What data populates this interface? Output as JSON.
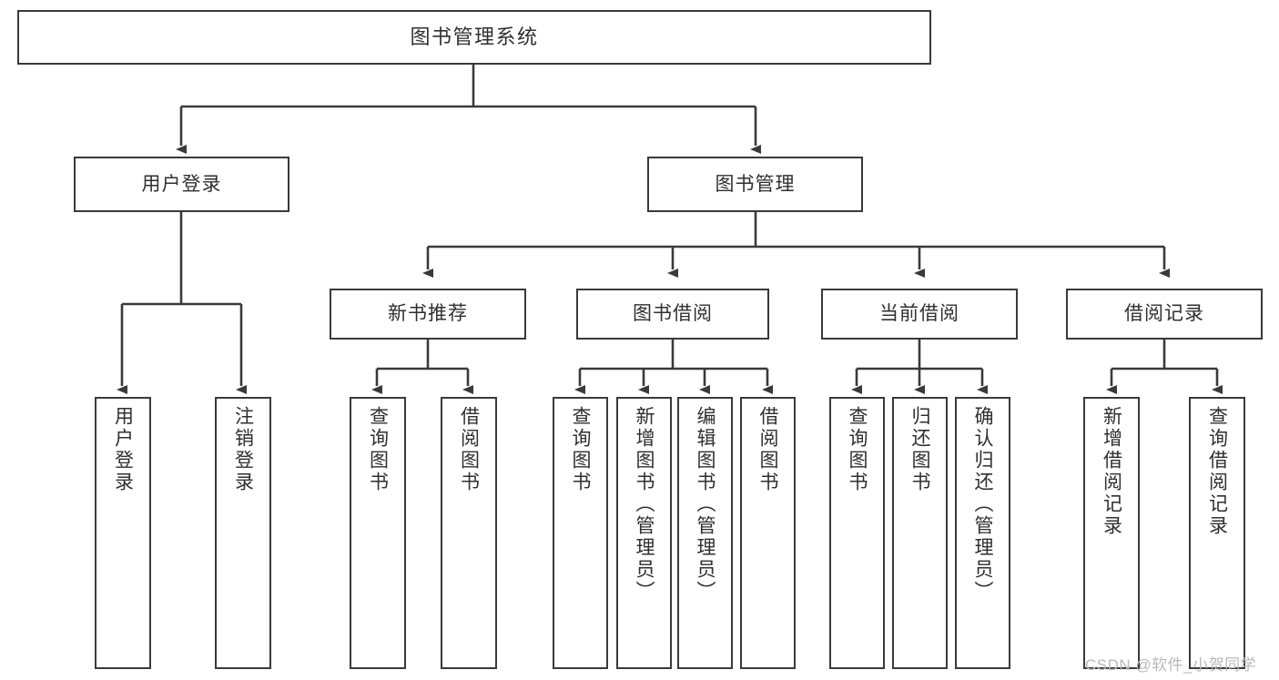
{
  "diagram": {
    "title": "图书管理系统",
    "type": "tree-hierarchy",
    "root": {
      "label": "图书管理系统"
    },
    "level1": [
      {
        "label": "用户登录"
      },
      {
        "label": "图书管理"
      }
    ],
    "level2": [
      {
        "label": "新书推荐"
      },
      {
        "label": "图书借阅"
      },
      {
        "label": "当前借阅"
      },
      {
        "label": "借阅记录"
      }
    ],
    "leaves": {
      "user_login": [
        {
          "label": "用户登录"
        },
        {
          "label": "注销登录"
        }
      ],
      "new_book_recommend": [
        {
          "label": "查询图书"
        },
        {
          "label": "借阅图书"
        }
      ],
      "book_borrow": [
        {
          "label": "查询图书"
        },
        {
          "label": "新增图书（管理员）"
        },
        {
          "label": "编辑图书（管理员）"
        },
        {
          "label": "借阅图书"
        }
      ],
      "current_borrow": [
        {
          "label": "查询图书"
        },
        {
          "label": "归还图书"
        },
        {
          "label": "确认归还（管理员）"
        }
      ],
      "borrow_record": [
        {
          "label": "新增借阅记录"
        },
        {
          "label": "查询借阅记录"
        }
      ]
    }
  },
  "watermark": {
    "text": "CSDN @软件_小贺同学"
  },
  "colors": {
    "border": "#3a3a3a",
    "text": "#2f2f2f",
    "background": "#ffffff",
    "watermark": "#b9b9b9"
  }
}
